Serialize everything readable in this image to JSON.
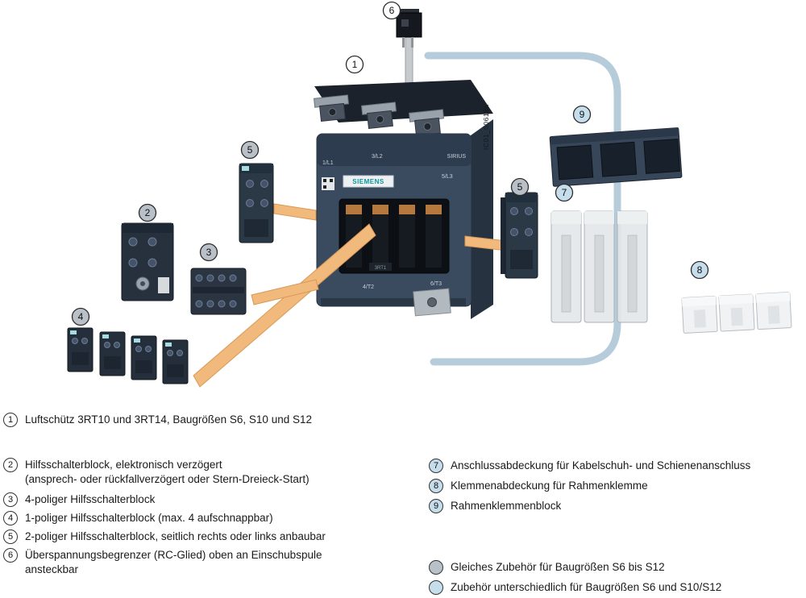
{
  "colors": {
    "device_body": "#3a4b60",
    "device_dark": "#1b222c",
    "connector_tube": "#b7ccda",
    "ribbon_cable": "#f2b97d",
    "key_gray": "#b9c0c7",
    "key_blue": "#c6ddeb"
  },
  "diagram": {
    "watermark": "IC01_00618a",
    "brand": "SIEMENS",
    "series": "SIRIUS",
    "device_label": "3RT1",
    "terminals": {
      "l1": "1/L1",
      "l2": "3/L2",
      "l3": "5/L3",
      "t2": "4/T2",
      "t3": "6/T3"
    },
    "callouts": {
      "c1": {
        "n": "1",
        "variant": "plain"
      },
      "c2": {
        "n": "2",
        "variant": "gray"
      },
      "c3": {
        "n": "3",
        "variant": "gray"
      },
      "c4": {
        "n": "4",
        "variant": "gray"
      },
      "c5_left": {
        "n": "5",
        "variant": "gray"
      },
      "c5_right": {
        "n": "5",
        "variant": "gray"
      },
      "c6": {
        "n": "6",
        "variant": "plain"
      },
      "c7": {
        "n": "7",
        "variant": "blue"
      },
      "c8": {
        "n": "8",
        "variant": "blue"
      },
      "c9": {
        "n": "9",
        "variant": "blue"
      }
    }
  },
  "legend": {
    "left": [
      {
        "n": "1",
        "lines": [
          "Luftschütz 3RT10 und 3RT14, Baugrößen S6, S10 und S12"
        ]
      },
      {
        "n": "2",
        "lines": [
          "Hilfsschalterblock, elektronisch verzögert",
          "(ansprech- oder rückfallverzögert oder Stern-Dreieck-Start)"
        ]
      },
      {
        "n": "3",
        "lines": [
          "4-poliger Hilfsschalterblock"
        ]
      },
      {
        "n": "4",
        "lines": [
          "1-poliger Hilfsschalterblock (max. 4 aufschnappbar)"
        ]
      },
      {
        "n": "5",
        "lines": [
          "2-poliger Hilfsschalterblock, seitlich rechts oder links anbaubar"
        ]
      },
      {
        "n": "6",
        "lines": [
          "Überspannungsbegrenzer (RC-Glied) oben an Einschubspule",
          "ansteckbar"
        ]
      }
    ],
    "right": [
      {
        "n": "7",
        "text": "Anschlussabdeckung für Kabelschuh- und Schienenanschluss"
      },
      {
        "n": "8",
        "text": "Klemmenabdeckung für Rahmenklemme"
      },
      {
        "n": "9",
        "text": "Rahmenklemmenblock"
      }
    ],
    "key": [
      {
        "variant": "gray",
        "text": "Gleiches Zubehör für Baugrößen S6 bis S12"
      },
      {
        "variant": "blue",
        "text": "Zubehör unterschiedlich für Baugrößen S6 und S10/S12"
      }
    ]
  }
}
